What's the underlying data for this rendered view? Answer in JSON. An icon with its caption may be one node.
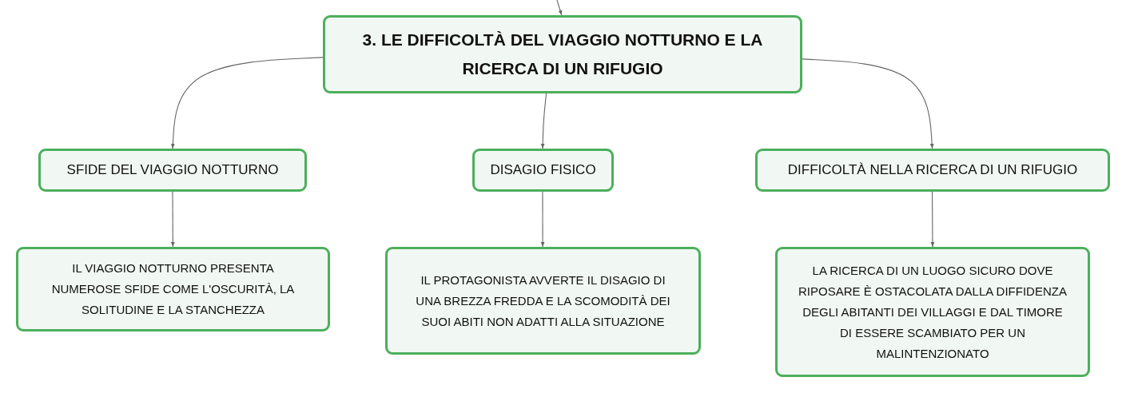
{
  "diagram": {
    "nodes": [
      {
        "text": [
          "3. LE DIFFICOLTÀ DEL VIAGGIO NOTTURNO E LA RICERCA DI UN RIFUGIO"
        ]
      },
      {
        "text": [
          "SFIDE DEL VIAGGIO NOTTURNO"
        ]
      },
      {
        "text": [
          "DISAGIO FISICO"
        ]
      },
      {
        "text": [
          "DIFFICOLTÀ NELLA RICERCA DI UN RIFUGIO"
        ]
      },
      {
        "text": [
          "IL VIAGGIO NOTTURNO PRESENTA NUMEROSE SFIDE COME L'OSCURITÀ, LA SOLITUDINE E LA STANCHEZZA"
        ]
      },
      {
        "text": [
          "IL PROTAGONISTA AVVERTE IL DISAGIO DI UNA BREZZA FREDDA E LA SCOMODITÀ DEI SUOI ABITI NON ADATTI ALLA SITUAZIONE"
        ]
      },
      {
        "text": [
          "LA RICERCA DI UN LUOGO SICURO DOVE RIPOSARE È OSTACOLATA DALLA DIFFIDENZA DEGLI ABITANTI DEI VILLAGGI E DAL TIMORE DI ESSERE SCAMBIATO PER UN MALINTENZIONATO"
        ]
      }
    ],
    "edges": [
      {
        "from": null,
        "to": 0,
        "arrow": "to"
      },
      {
        "from": 0,
        "to": 1,
        "arrow": "to"
      },
      {
        "from": 0,
        "to": 2,
        "arrow": "to"
      },
      {
        "from": 0,
        "to": 3,
        "arrow": "to"
      },
      {
        "from": 1,
        "to": 4,
        "arrow": "to"
      },
      {
        "from": 2,
        "to": 5,
        "arrow": "to"
      },
      {
        "from": 3,
        "to": 6,
        "arrow": "to"
      }
    ]
  }
}
